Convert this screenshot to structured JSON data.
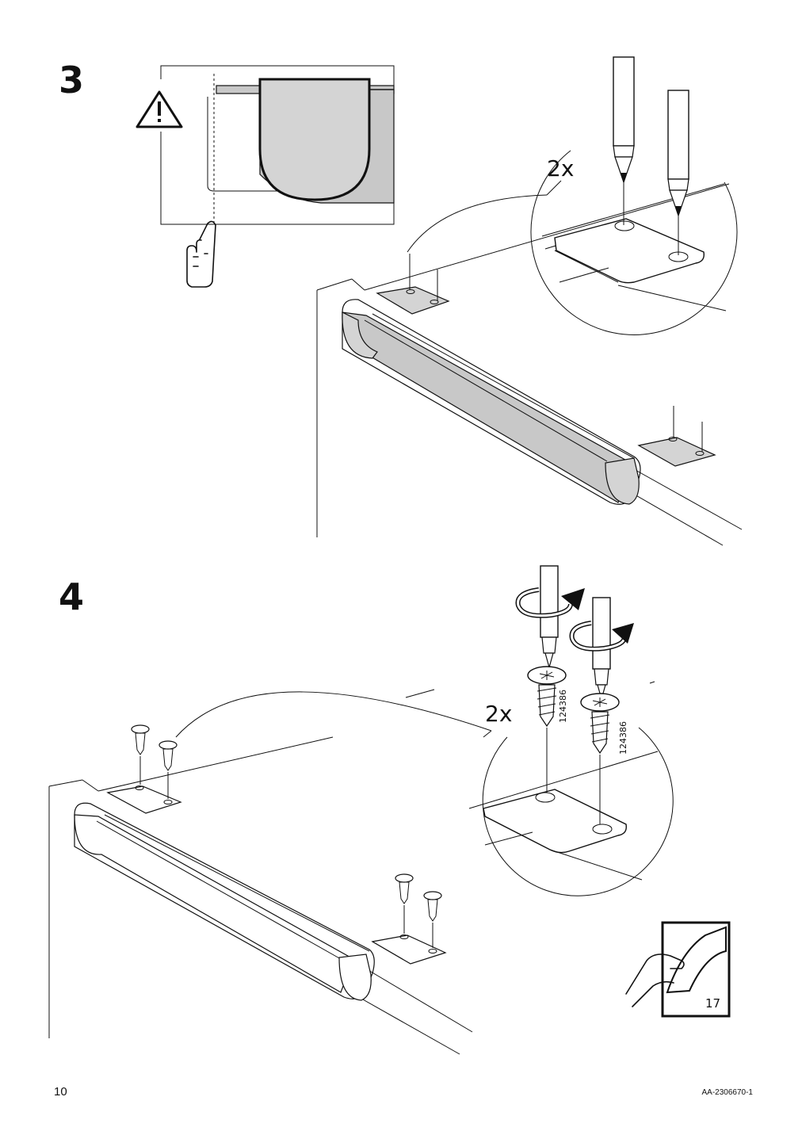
{
  "steps": [
    {
      "number": "3",
      "quantity_label": "2x"
    },
    {
      "number": "4",
      "quantity_label": "2x",
      "part_numbers": [
        "124386",
        "124386"
      ]
    }
  ],
  "page_ref": {
    "label": "17",
    "icon": "page-turn-icon"
  },
  "footer": {
    "page_number": "10",
    "document_code": "AA-2306670-1"
  },
  "icons": [
    "warning-triangle-icon",
    "pointing-finger-icon",
    "pencil-icon",
    "screwdriver-icon",
    "rotation-arrow-icon",
    "screw-icon"
  ],
  "colors": {
    "ink": "#111111",
    "rail_fill": "#c8c8c8",
    "detail_fill": "#d4d4d4"
  }
}
